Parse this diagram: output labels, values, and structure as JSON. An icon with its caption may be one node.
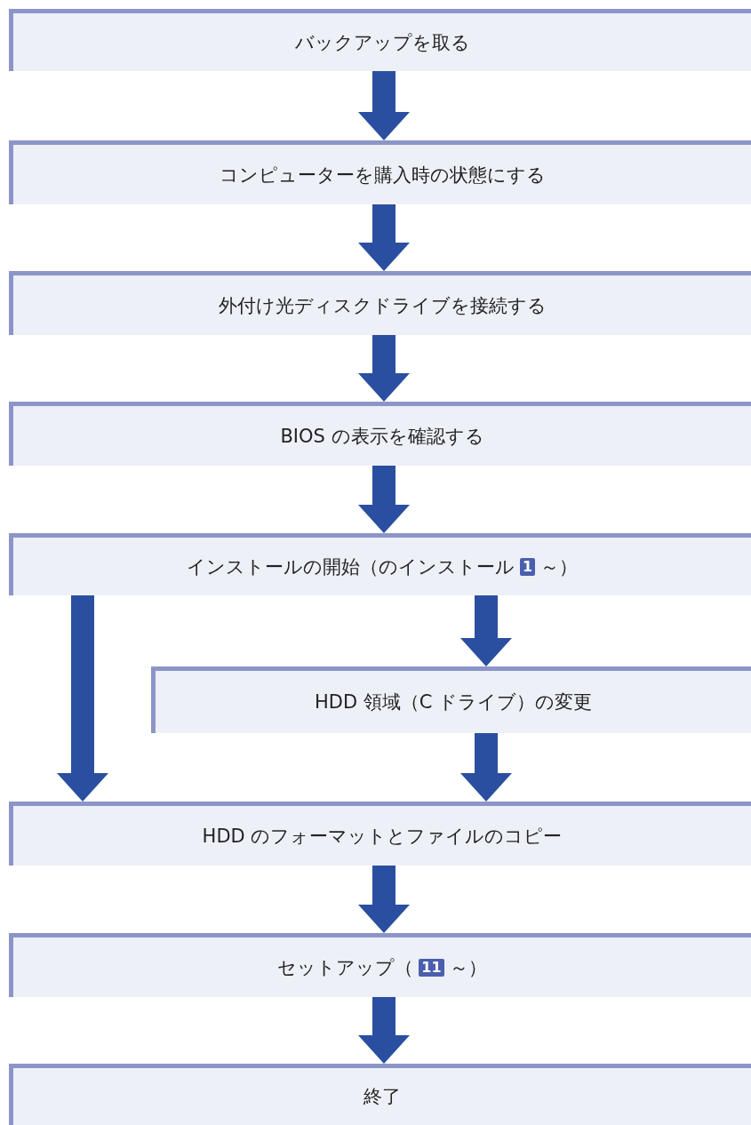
{
  "diagram": {
    "nodes": [
      {
        "text": [
          "バックアップを取る"
        ]
      },
      {
        "text": [
          "コンピューターを購入時の状態にする"
        ]
      },
      {
        "text": [
          "外付け光ディスクドライブを接続する"
        ]
      },
      {
        "text": [
          "BIOS の表示を確認する"
        ]
      },
      {
        "text": [
          "インストールの開始（のインストール",
          "1",
          "～）"
        ]
      },
      {
        "text": [
          "HDD 領域（C ドライブ）の変更"
        ]
      },
      {
        "text": [
          "HDD のフォーマットとファイルのコピー"
        ]
      },
      {
        "text": [
          "セットアップ（",
          "11",
          "～）"
        ]
      },
      {
        "text": [
          "終了"
        ]
      }
    ],
    "edges": [
      {
        "from": 0,
        "to": 1,
        "arrow": "to"
      },
      {
        "from": 1,
        "to": 2,
        "arrow": "to"
      },
      {
        "from": 2,
        "to": 3,
        "arrow": "to"
      },
      {
        "from": 3,
        "to": 4,
        "arrow": "to"
      },
      {
        "from": 4,
        "to": 5,
        "arrow": "to"
      },
      {
        "from": 5,
        "to": 6,
        "arrow": "to"
      },
      {
        "from": 4,
        "to": 6,
        "arrow": "to"
      },
      {
        "from": 6,
        "to": 7,
        "arrow": "to"
      },
      {
        "from": 7,
        "to": 8,
        "arrow": "to"
      }
    ]
  }
}
